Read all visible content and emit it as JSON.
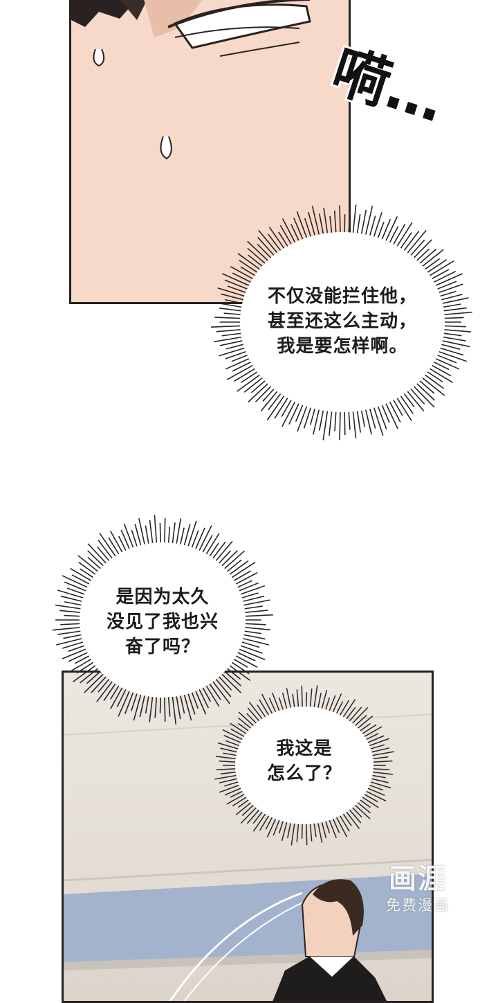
{
  "sound_effect": {
    "text": "嗬…"
  },
  "bubbles": [
    {
      "lines": [
        "不仅没能拦住他，",
        "甚至还这么主动，",
        "我是要怎样啊。"
      ]
    },
    {
      "lines": [
        "是因为太久",
        "没见了我也兴",
        "奋了吗？"
      ]
    },
    {
      "lines": [
        "我这是",
        "怎么了？"
      ]
    }
  ],
  "watermark": {
    "logo": "画涯",
    "subtitle": "免费漫画"
  },
  "colors": {
    "skin": "#f6d9c8",
    "ink": "#262020",
    "wall": "#ebe7e1",
    "window": "#a3b3cd"
  }
}
